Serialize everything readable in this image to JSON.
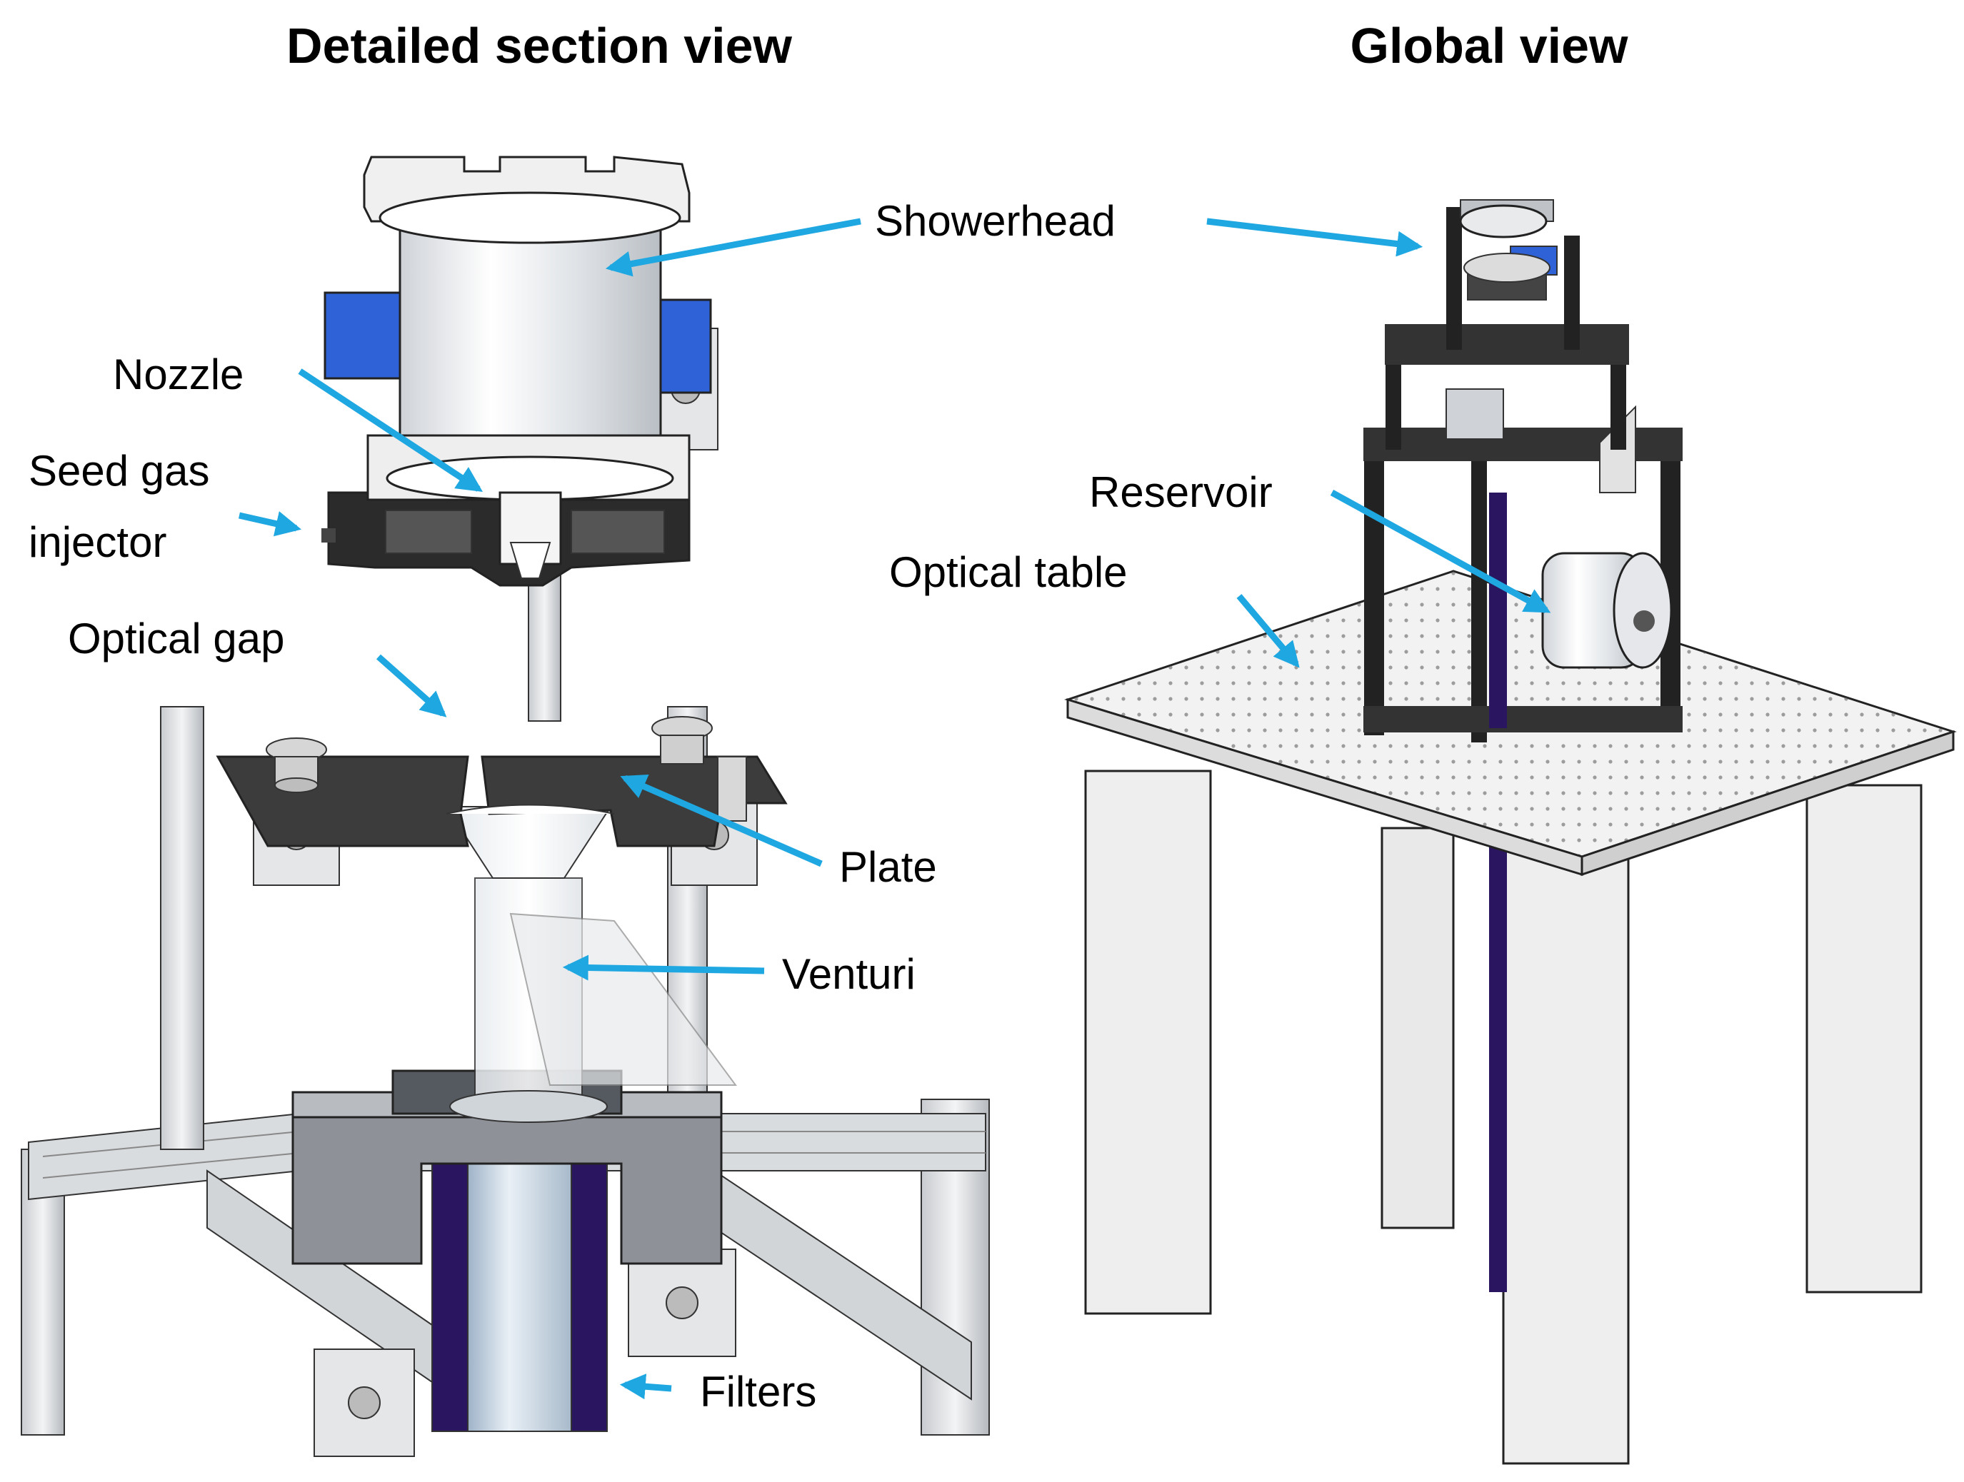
{
  "titles": {
    "detailed": "Detailed section view",
    "global": "Global view"
  },
  "labels": {
    "showerhead": "Showerhead",
    "nozzle": "Nozzle",
    "seed_gas_line1": "Seed gas",
    "seed_gas_line2": "injector",
    "optical_gap": "Optical gap",
    "plate": "Plate",
    "venturi": "Venturi",
    "filters": "Filters",
    "reservoir": "Reservoir",
    "optical_table": "Optical table"
  },
  "colors": {
    "arrow": "#1ea7e1",
    "plate": "#3c3c3c",
    "filter": "#2a1660",
    "block": "#8e9198",
    "bracket": "#2f62d6",
    "frame": "#222222",
    "table": "#f2f2f2"
  }
}
